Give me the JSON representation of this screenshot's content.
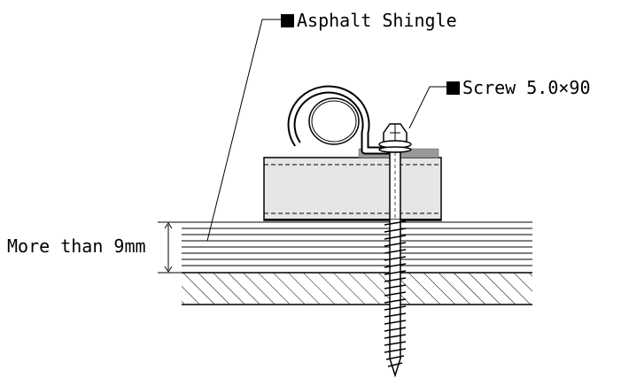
{
  "labels": {
    "shingle": "Asphalt Shingle",
    "screw": "Screw 5.0×90",
    "thickness": "More than 9mm"
  }
}
